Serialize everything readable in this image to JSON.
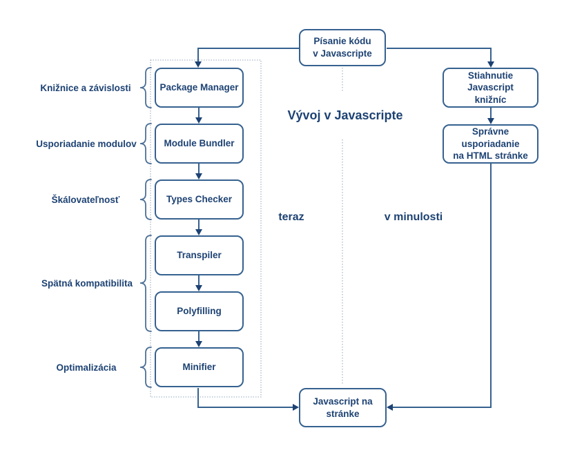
{
  "diagram": {
    "title": "Vývoj v Javascripte",
    "column_labels": {
      "now": "teraz",
      "past": "v minulosti"
    },
    "top_node": {
      "lines": [
        "Písanie kódu",
        "v Javascripte"
      ]
    },
    "bottom_node": {
      "lines": [
        "Javascript na",
        "stránke"
      ]
    },
    "now_column": {
      "nodes": [
        {
          "label": "Package Manager"
        },
        {
          "label": "Module Bundler"
        },
        {
          "label": "Types Checker"
        },
        {
          "label": "Transpiler"
        },
        {
          "label": "Polyfilling"
        },
        {
          "label": "Minifier"
        }
      ],
      "side_labels": [
        {
          "label": "Knižnice a závislosti"
        },
        {
          "label": "Usporiadanie modulov"
        },
        {
          "label": "Škálovateľnosť"
        },
        {
          "label": "Spätná kompatibilita"
        },
        {
          "label": "Optimalizácia"
        }
      ]
    },
    "past_column": {
      "nodes": [
        {
          "lines": [
            "Stiahnutie Javascript",
            "knižníc"
          ]
        },
        {
          "lines": [
            "Správne usporiadanie",
            "na HTML stránke"
          ]
        }
      ]
    },
    "colors": {
      "text": "#1d4273",
      "line": "#35618f",
      "arrow": "#1d4273",
      "dotted": "#a9b7c7",
      "brace": "#4c6f97",
      "background": "#ffffff"
    }
  }
}
